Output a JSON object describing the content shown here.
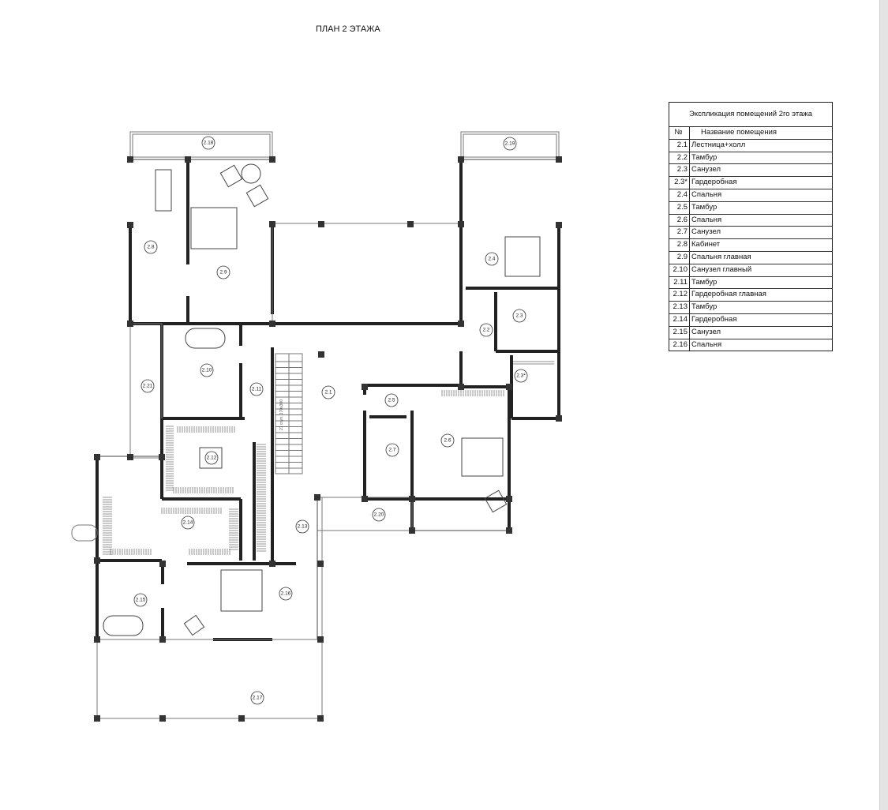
{
  "sheet_title": "ПЛАН 2 ЭТАЖА",
  "table": {
    "caption": "Экспликация помещений 2го этажа",
    "header": {
      "num": "№",
      "name": "Название помещения"
    },
    "rows": [
      {
        "num": "2.1",
        "name": "Лестница+холл"
      },
      {
        "num": "2.2",
        "name": "Тамбур"
      },
      {
        "num": "2.3",
        "name": "Санузел"
      },
      {
        "num": "2.3*",
        "name": "Гардеробная"
      },
      {
        "num": "2.4",
        "name": "Спальня"
      },
      {
        "num": "2.5",
        "name": "Тамбур"
      },
      {
        "num": "2.6",
        "name": "Спальня"
      },
      {
        "num": "2.7",
        "name": "Санузел"
      },
      {
        "num": "2.8",
        "name": "Кабинет"
      },
      {
        "num": "2.9",
        "name": "Спальня главная"
      },
      {
        "num": "2.10",
        "name": "Санузел главный"
      },
      {
        "num": "2.11",
        "name": "Тамбур"
      },
      {
        "num": "2.12",
        "name": "Гардеробная главная"
      },
      {
        "num": "2.13",
        "name": "Тамбур"
      },
      {
        "num": "2.14",
        "name": "Гардеробная"
      },
      {
        "num": "2.15",
        "name": "Санузел"
      },
      {
        "num": "2.16",
        "name": "Спальня"
      }
    ]
  },
  "plan": {
    "room_labels": [
      "2.1",
      "2.2",
      "2.3",
      "2.3*",
      "2.4",
      "2.5",
      "2.6",
      "2.7",
      "2.8",
      "2.9",
      "2.10",
      "2.11",
      "2.12",
      "2.13",
      "2.14",
      "2.15",
      "2.16",
      "2.17",
      "2.18",
      "2.19",
      "2.20",
      "2.21"
    ],
    "stair_note": "21 ступ. 170х300"
  }
}
